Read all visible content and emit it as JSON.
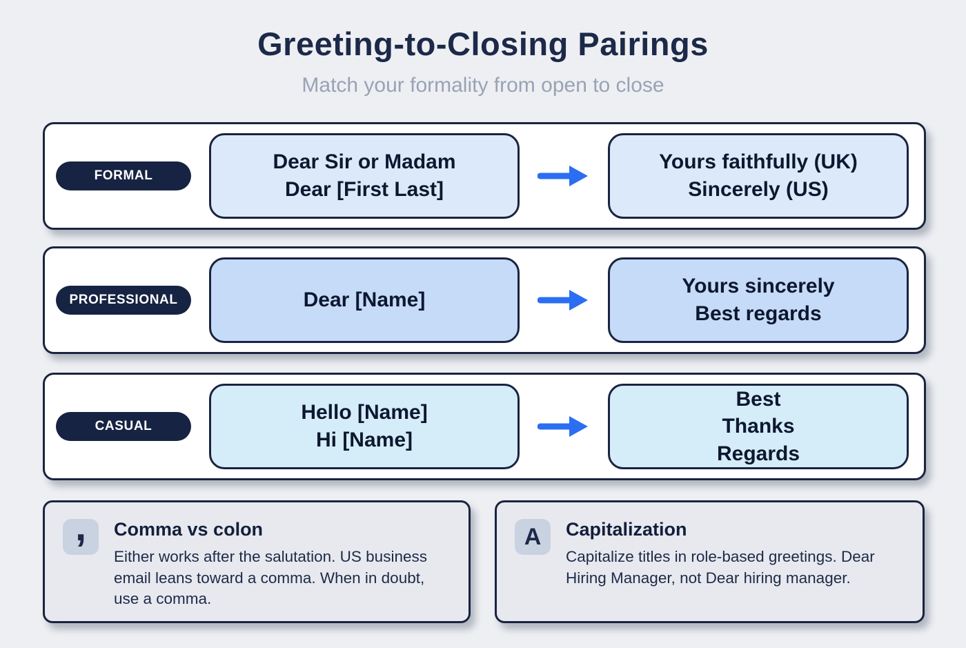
{
  "header": {
    "title": "Greeting-to-Closing Pairings",
    "subtitle": "Match your formality from open to close"
  },
  "rows": [
    {
      "badge": "FORMAL",
      "greeting": [
        "Dear Sir or Madam",
        "Dear [First Last]"
      ],
      "closing": [
        "Yours faithfully (UK)",
        "Sincerely (US)"
      ],
      "box_color": "#dce9fa"
    },
    {
      "badge": "PROFESSIONAL",
      "greeting": [
        "Dear [Name]"
      ],
      "closing": [
        "Yours sincerely",
        "Best regards"
      ],
      "box_color": "#c5dbf8"
    },
    {
      "badge": "CASUAL",
      "greeting": [
        "Hello [Name]",
        "Hi [Name]"
      ],
      "closing": [
        "Best",
        "Thanks",
        "Regards"
      ],
      "box_color": "#d4edf9"
    }
  ],
  "notes": [
    {
      "icon": "comma-icon",
      "glyph": ",",
      "title": "Comma vs colon",
      "body": "Either works after the salutation. US business email leans toward a comma. When in doubt, use a comma."
    },
    {
      "icon": "capitalization-icon",
      "glyph": "A",
      "title": "Capitalization",
      "body": "Capitalize titles in role-based greetings. Dear Hiring Manager, not Dear hiring manager."
    }
  ],
  "palette": {
    "background": "#edeff3",
    "title_color": "#1c2948",
    "subtitle_color": "#9aa2b4",
    "badge_bg": "#172342",
    "border_color": "#1a2440",
    "arrow_color": "#2b6ef2",
    "note_bg": "#e7e9ef",
    "note_icon_bg": "#c9d2e1"
  }
}
